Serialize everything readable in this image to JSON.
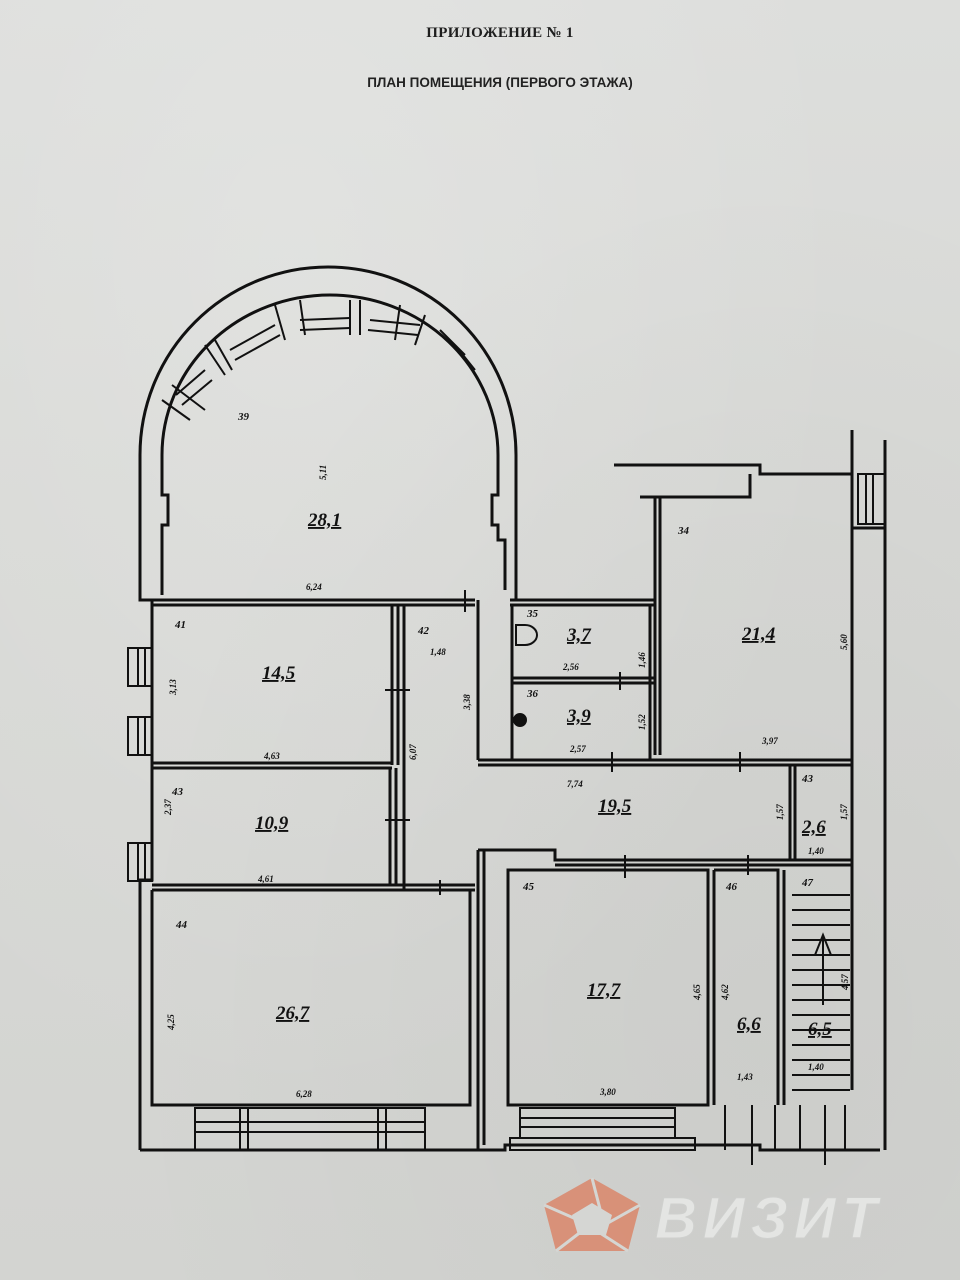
{
  "document": {
    "heading": "ПРИЛОЖЕНИЕ № 1",
    "subheading": "ПЛАН ПОМЕЩЕНИЯ (ПЕРВОГО ЭТАЖА)"
  },
  "rooms": [
    {
      "id": "39",
      "area": "28,1",
      "dims": [
        "5,11",
        "6,24"
      ],
      "shape": "semicircle-hall"
    },
    {
      "id": "41",
      "area": "14,5",
      "dims": [
        "3,13",
        "4,63"
      ]
    },
    {
      "id": "42",
      "area": "",
      "dims": [
        "1,48",
        "3,38",
        "6,07"
      ],
      "shape": "corridor"
    },
    {
      "id": "35",
      "area": "3,7",
      "dims": [
        "1,46",
        "2,56"
      ]
    },
    {
      "id": "36",
      "area": "3,9",
      "dims": [
        "1,52",
        "2,57"
      ]
    },
    {
      "id": "34",
      "area": "21,4",
      "dims": [
        "5,60",
        "3,97"
      ]
    },
    {
      "id": "43",
      "area": "10,9",
      "dims": [
        "2,37",
        "4,61"
      ]
    },
    {
      "id": "",
      "area": "19,5",
      "dims": [
        "7,74"
      ],
      "shape": "hall"
    },
    {
      "id": "43",
      "area": "2,6",
      "dims": [
        "1,57",
        "1,57",
        "1,40"
      ]
    },
    {
      "id": "44",
      "area": "26,7",
      "dims": [
        "4,25",
        "6,28"
      ]
    },
    {
      "id": "45",
      "area": "17,7",
      "dims": [
        "4,65",
        "3,80"
      ]
    },
    {
      "id": "46",
      "area": "6,6",
      "dims": [
        "4,62",
        "1,43"
      ]
    },
    {
      "id": "47",
      "area": "6,5",
      "dims": [
        "4,57",
        "1,40"
      ],
      "shape": "stairs"
    }
  ],
  "logo": {
    "brand": "ВИЗИТ",
    "color": "#d9866a"
  }
}
